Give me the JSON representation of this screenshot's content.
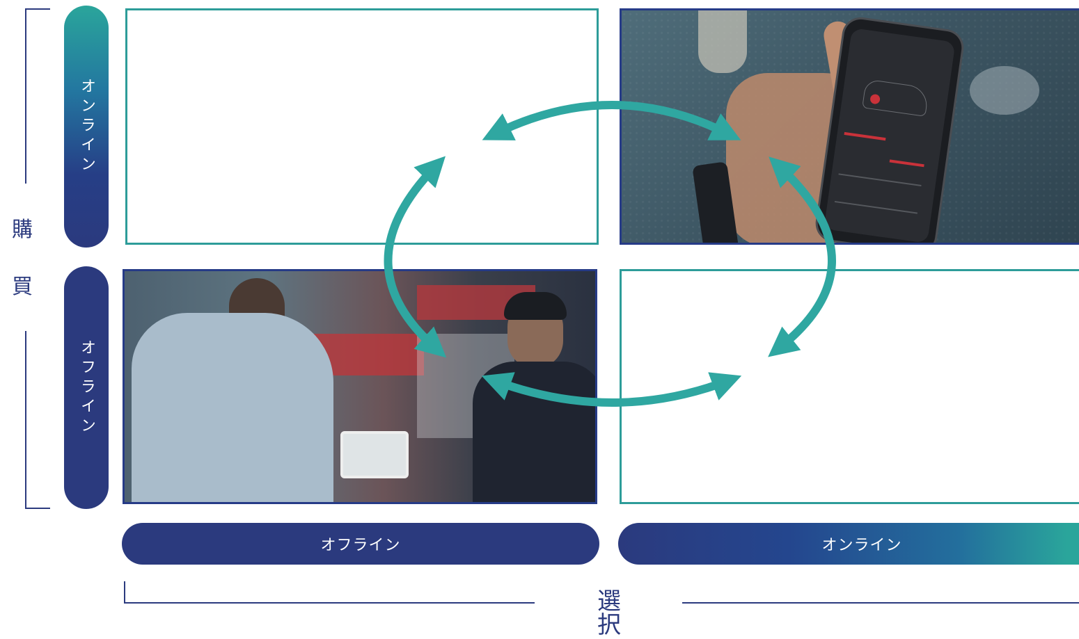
{
  "vertical_axis": {
    "label_chars": [
      "購",
      "買"
    ],
    "online_pill": "オンライン",
    "offline_pill": "オフライン"
  },
  "horizontal_axis": {
    "label": "選択",
    "offline_pill": "オフライン",
    "online_pill": "オンライン"
  },
  "quadrants": {
    "top_left": "",
    "top_right_photo": "smartphone-app-photo",
    "bottom_left_photo": "store-staff-customer-photo",
    "bottom_right": ""
  },
  "colors": {
    "navy": "#2b3a7e",
    "teal": "#2d9c99",
    "arrow": "#2fa7a1"
  }
}
